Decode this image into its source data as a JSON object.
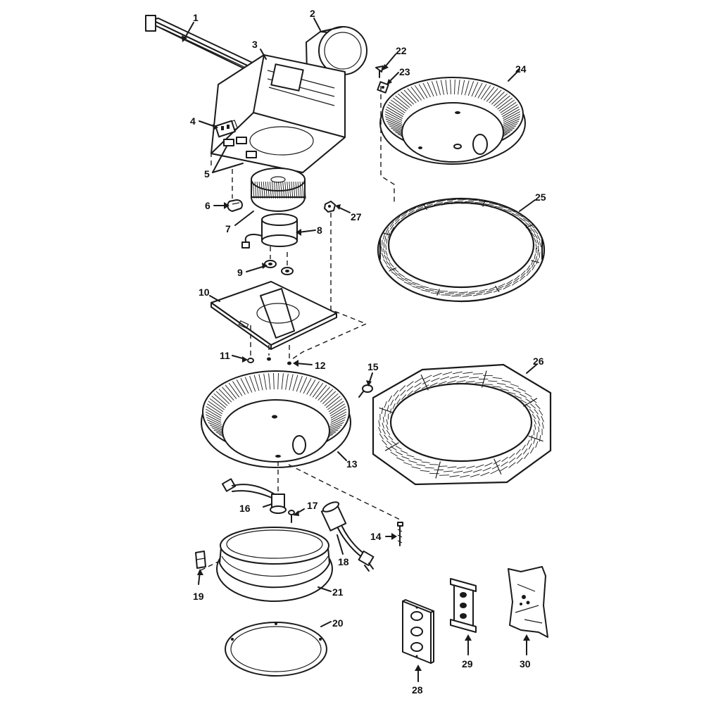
{
  "callouts": [
    {
      "id": "1",
      "text": "1"
    },
    {
      "id": "2",
      "text": "2"
    },
    {
      "id": "3",
      "text": "3"
    },
    {
      "id": "4",
      "text": "4"
    },
    {
      "id": "5",
      "text": "5"
    },
    {
      "id": "6",
      "text": "6"
    },
    {
      "id": "7",
      "text": "7"
    },
    {
      "id": "8",
      "text": "8"
    },
    {
      "id": "9",
      "text": "9"
    },
    {
      "id": "10",
      "text": "10"
    },
    {
      "id": "11",
      "text": "11"
    },
    {
      "id": "12",
      "text": "12"
    },
    {
      "id": "13",
      "text": "13"
    },
    {
      "id": "14",
      "text": "14"
    },
    {
      "id": "15",
      "text": "15"
    },
    {
      "id": "16",
      "text": "16"
    },
    {
      "id": "17",
      "text": "17"
    },
    {
      "id": "18",
      "text": "18"
    },
    {
      "id": "19",
      "text": "19"
    },
    {
      "id": "20",
      "text": "20"
    },
    {
      "id": "21",
      "text": "21"
    },
    {
      "id": "22",
      "text": "22"
    },
    {
      "id": "23",
      "text": "23"
    },
    {
      "id": "24",
      "text": "24"
    },
    {
      "id": "25",
      "text": "25"
    },
    {
      "id": "26",
      "text": "26"
    },
    {
      "id": "27",
      "text": "27"
    },
    {
      "id": "28",
      "text": "28"
    },
    {
      "id": "29",
      "text": "29"
    },
    {
      "id": "30",
      "text": "30"
    }
  ],
  "colors": {
    "ink": "#1a1a1a",
    "paper": "#ffffff"
  },
  "icons": [
    "mounting-bracket-icon",
    "duct-connector-icon",
    "housing-icon",
    "blower-wheel-icon",
    "motor-icon",
    "grille-icon",
    "wood-ring-icon",
    "light-globe-icon",
    "wall-plate-icon",
    "switch-icon",
    "parts-bag-icon"
  ]
}
